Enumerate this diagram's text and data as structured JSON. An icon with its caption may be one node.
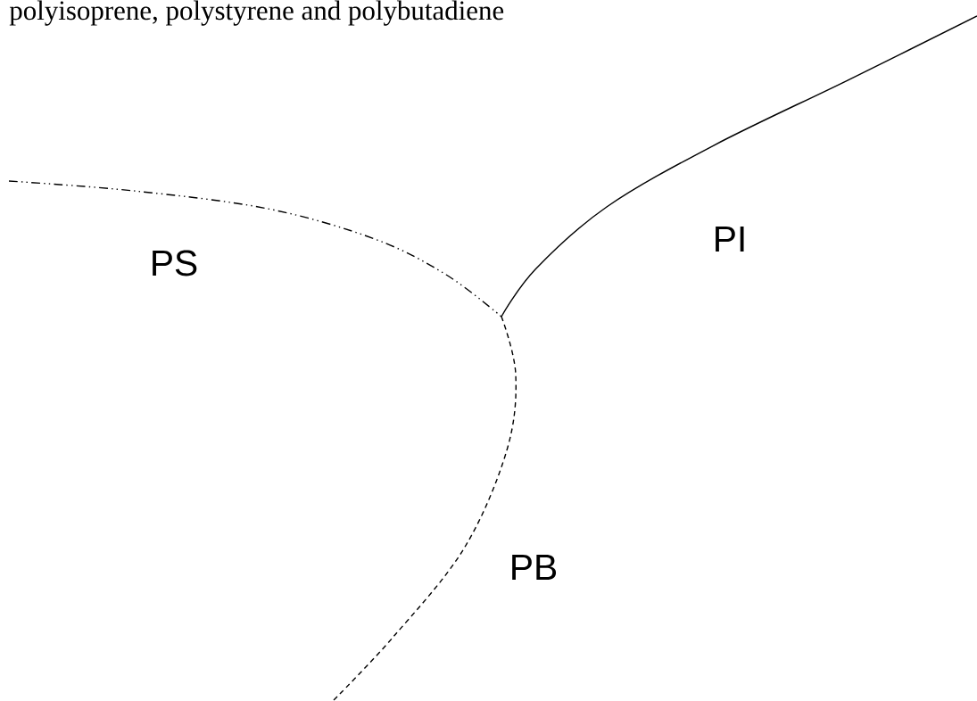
{
  "diagram": {
    "caption": "polyisoprene, polystyrene and polybutadiene",
    "labels": [
      "PS",
      "PI",
      "PB"
    ]
  }
}
